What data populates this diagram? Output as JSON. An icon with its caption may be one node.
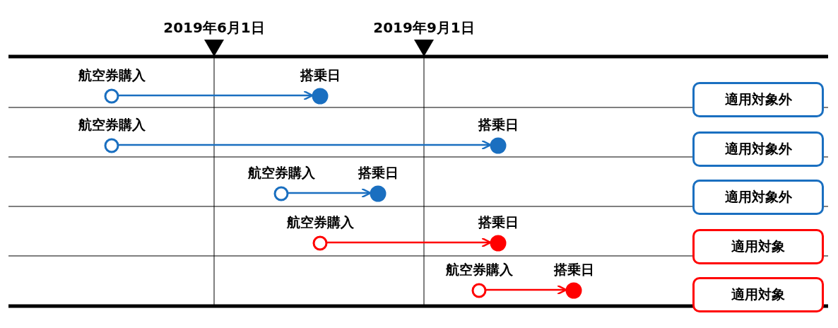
{
  "diagram": {
    "nodes": [
      {
        "text": [
          "航空券購入"
        ]
      },
      {
        "text": [
          "搭乗日"
        ]
      },
      {
        "text": [
          "適用対象外"
        ]
      },
      {
        "text": [
          "航空券購入"
        ]
      },
      {
        "text": [
          "搭乗日"
        ]
      },
      {
        "text": [
          "適用対象外"
        ]
      },
      {
        "text": [
          "航空券購入"
        ]
      },
      {
        "text": [
          "搭乗日"
        ]
      },
      {
        "text": [
          "適用対象外"
        ]
      },
      {
        "text": [
          "航空券購入"
        ]
      },
      {
        "text": [
          "搭乗日"
        ]
      },
      {
        "text": [
          "適用対象"
        ]
      },
      {
        "text": [
          "航空券購入"
        ]
      },
      {
        "text": [
          "搭乗日"
        ]
      },
      {
        "text": [
          "適用対象"
        ]
      }
    ],
    "edges": [
      {
        "from": 0,
        "to": 1,
        "arrow": "to"
      },
      {
        "from": 3,
        "to": 4,
        "arrow": "to"
      },
      {
        "from": 6,
        "to": 7,
        "arrow": "to"
      },
      {
        "from": 9,
        "to": 10,
        "arrow": "to",
        "color": "#ff0000"
      },
      {
        "from": 12,
        "to": 13,
        "arrow": "to",
        "color": "#ff0000"
      }
    ],
    "labels": [
      "2019年6月1日",
      "2019年9月1日"
    ]
  }
}
